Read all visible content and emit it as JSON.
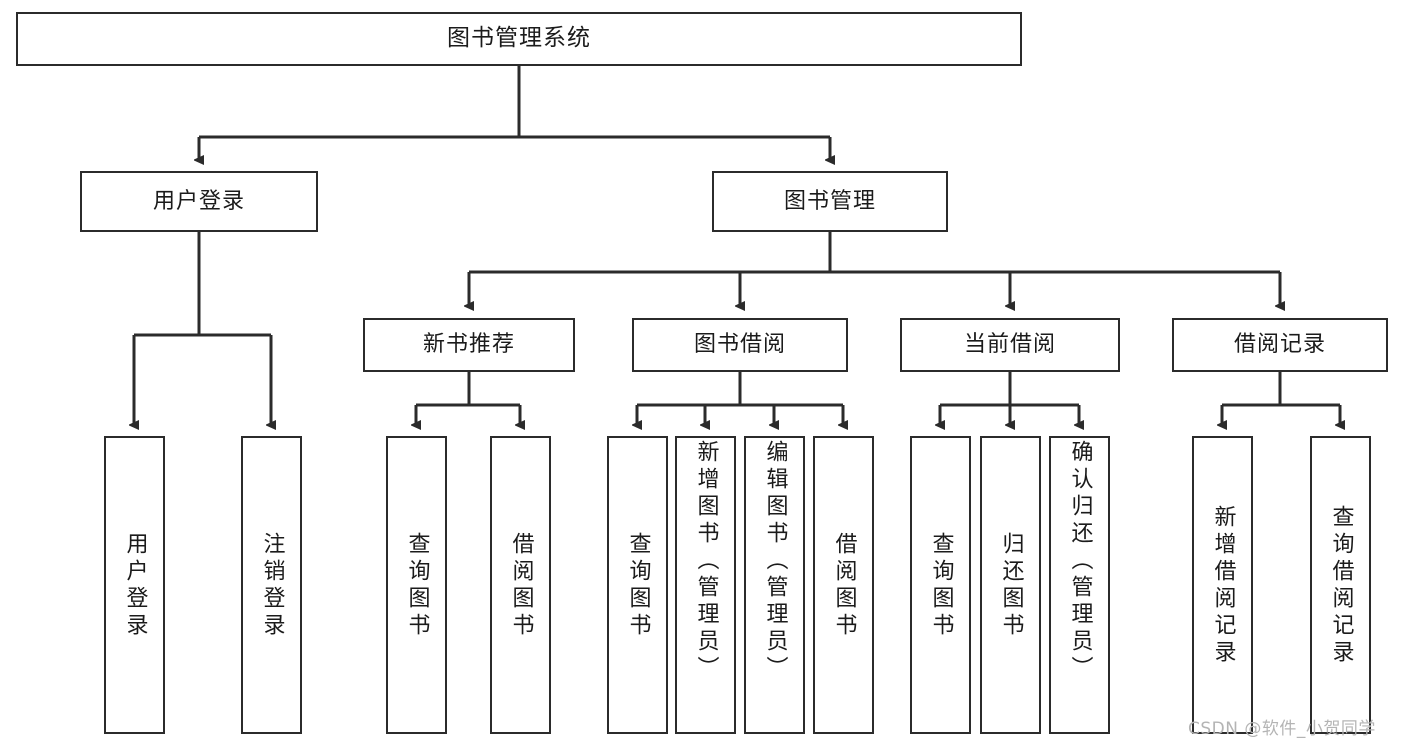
{
  "diagram": {
    "type": "tree-hierarchy-chart",
    "title": "图书管理系统",
    "watermark": "CSDN @软件_小贺同学",
    "line_color": "#2b2b2b",
    "box_fill": "#ffffff",
    "text_color": "#1b1b1b",
    "watermark_color": "#b4b4b4",
    "levels": [
      {
        "level": 1,
        "nodes": [
          {
            "id": "root",
            "label": "图书管理系统"
          }
        ]
      },
      {
        "level": 2,
        "nodes": [
          {
            "id": "login",
            "label": "用户登录",
            "parent": "root"
          },
          {
            "id": "book-manage",
            "label": "图书管理",
            "parent": "root"
          }
        ]
      },
      {
        "level": 3,
        "nodes": [
          {
            "id": "new-book-rec",
            "label": "新书推荐",
            "parent": "book-manage"
          },
          {
            "id": "book-borrow",
            "label": "图书借阅",
            "parent": "book-manage"
          },
          {
            "id": "current-borrow",
            "label": "当前借阅",
            "parent": "book-manage"
          },
          {
            "id": "borrow-record",
            "label": "借阅记录",
            "parent": "book-manage"
          }
        ]
      },
      {
        "level": 4,
        "nodes": [
          {
            "id": "leaf-user-login",
            "label": "用户登录",
            "parent": "login"
          },
          {
            "id": "leaf-logout",
            "label": "注销登录",
            "parent": "login"
          },
          {
            "id": "leaf-query-book-1",
            "label": "查询图书",
            "parent": "new-book-rec"
          },
          {
            "id": "leaf-borrow-book-1",
            "label": "借阅图书",
            "parent": "new-book-rec"
          },
          {
            "id": "leaf-query-book-2",
            "label": "查询图书",
            "parent": "book-borrow"
          },
          {
            "id": "leaf-add-book",
            "label": "新增图书（管理员）",
            "parent": "book-borrow"
          },
          {
            "id": "leaf-edit-book",
            "label": "编辑图书（管理员）",
            "parent": "book-borrow"
          },
          {
            "id": "leaf-borrow-book-2",
            "label": "借阅图书",
            "parent": "book-borrow"
          },
          {
            "id": "leaf-query-book-3",
            "label": "查询图书",
            "parent": "current-borrow"
          },
          {
            "id": "leaf-return-book",
            "label": "归还图书",
            "parent": "current-borrow"
          },
          {
            "id": "leaf-confirm-return",
            "label": "确认归还（管理员）",
            "parent": "current-borrow"
          },
          {
            "id": "leaf-add-record",
            "label": "新增借阅记录",
            "parent": "borrow-record"
          },
          {
            "id": "leaf-query-record",
            "label": "查询借阅记录",
            "parent": "borrow-record"
          }
        ]
      }
    ]
  }
}
